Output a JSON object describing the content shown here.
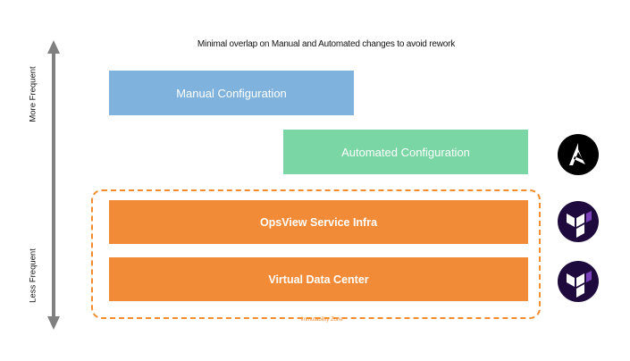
{
  "caption": "Minimal overlap on Manual and Automated changes to avoid rework",
  "axis": {
    "top_label": "More Frequent",
    "bottom_label": "Less Frequent"
  },
  "layers": {
    "manual": "Manual Configuration",
    "automated": "Automated  Configuration",
    "opsview": "OpsView Service Infra",
    "vdc": "Virtual Data Center"
  },
  "frame_label": "Immutability Zone",
  "logos": {
    "ansible": "ansible-logo-icon",
    "terraform": "terraform-logo-icon"
  },
  "colors": {
    "manual": "#7fb3dd",
    "automated": "#7ad6a4",
    "infra": "#f28b37",
    "dashed_border": "#f28c2e",
    "arrow": "#808080",
    "ansible_bg": "#000000",
    "terraform_bg": "#1e0a3c",
    "terraform_mark": "#7b42bc"
  }
}
